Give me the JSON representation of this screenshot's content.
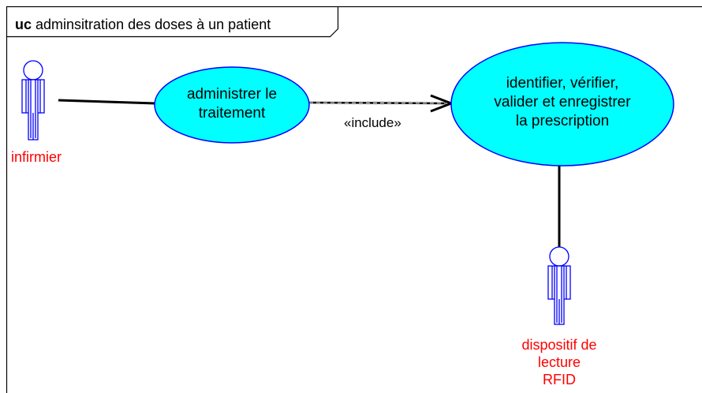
{
  "frame": {
    "keyword": "uc",
    "title": "adminsitration des doses à un patient"
  },
  "use_cases": [
    {
      "id": "administrer",
      "label_lines": [
        "administrer le",
        "traitement"
      ]
    },
    {
      "id": "identifier",
      "label_lines": [
        "identifier, vérifier,",
        "valider et enregistrer",
        "la prescription"
      ]
    }
  ],
  "actors": [
    {
      "id": "infirmier",
      "label_lines": [
        "infirmier"
      ]
    },
    {
      "id": "rfid",
      "label_lines": [
        "dispositif de",
        "lecture",
        "RFID"
      ]
    }
  ],
  "relationships": [
    {
      "type": "include",
      "from": "administrer",
      "to": "identifier",
      "label": "«include»"
    },
    {
      "type": "association",
      "from": "infirmier",
      "to": "administrer"
    },
    {
      "type": "association",
      "from": "rfid",
      "to": "identifier"
    }
  ],
  "colors": {
    "use_case_fill": "#00ffff",
    "use_case_stroke": "#0000ff",
    "actor_stroke": "#0000ff",
    "actor_label": "#ff0000",
    "line": "#000000"
  }
}
